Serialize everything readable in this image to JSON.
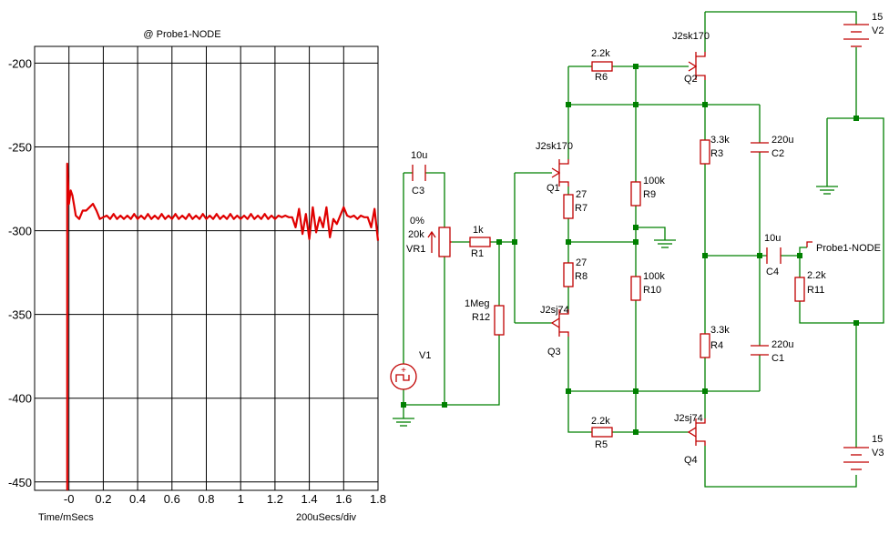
{
  "chart_data": {
    "type": "line",
    "title": "@ Probe1-NODE",
    "xlabel": "Time/mSecs",
    "x_scale_label": "200uSecs/div",
    "xlim": [
      -0.2,
      1.8
    ],
    "ylim": [
      -455,
      -190
    ],
    "x_ticks": [
      "-0",
      "0.2",
      "0.4",
      "0.6",
      "0.8",
      "1",
      "1.2",
      "1.4",
      "1.6",
      "1.8"
    ],
    "x_tick_values": [
      0,
      0.2,
      0.4,
      0.6,
      0.8,
      1.0,
      1.2,
      1.4,
      1.6,
      1.8
    ],
    "y_ticks": [
      "-200",
      "-250",
      "-300",
      "-350",
      "-400",
      "-450"
    ],
    "y_tick_values": [
      -200,
      -250,
      -300,
      -350,
      -400,
      -450
    ],
    "grid": true,
    "line_color": "#e00000",
    "series": [
      {
        "x": [
          -0.01,
          -0.01,
          0.0,
          0.01,
          0.02,
          0.03,
          0.04,
          0.06,
          0.08,
          0.1,
          0.12,
          0.14,
          0.16,
          0.18,
          0.2,
          0.22,
          0.24,
          0.26,
          0.28,
          0.3,
          0.32,
          0.34,
          0.36,
          0.38,
          0.4,
          0.42,
          0.44,
          0.46,
          0.48,
          0.5,
          0.52,
          0.54,
          0.56,
          0.58,
          0.6,
          0.62,
          0.64,
          0.66,
          0.68,
          0.7,
          0.72,
          0.74,
          0.76,
          0.78,
          0.8,
          0.82,
          0.84,
          0.86,
          0.88,
          0.9,
          0.92,
          0.94,
          0.96,
          0.98,
          1.0,
          1.02,
          1.04,
          1.06,
          1.08,
          1.1,
          1.12,
          1.14,
          1.16,
          1.18,
          1.2,
          1.22,
          1.24,
          1.26,
          1.28,
          1.3,
          1.32,
          1.34,
          1.36,
          1.38,
          1.4,
          1.42,
          1.44,
          1.46,
          1.48,
          1.5,
          1.52,
          1.54,
          1.56,
          1.58,
          1.6,
          1.62,
          1.64,
          1.66,
          1.68,
          1.7,
          1.72,
          1.74,
          1.76,
          1.78,
          1.8
        ],
        "y": [
          -455,
          -260,
          -284,
          -276,
          -279,
          -285,
          -291,
          -293,
          -288,
          -288,
          -286,
          -284,
          -288,
          -293,
          -292,
          -291,
          -293,
          -290,
          -293,
          -291,
          -293,
          -291,
          -293,
          -290,
          -293,
          -291,
          -293,
          -290,
          -293,
          -291,
          -293,
          -290,
          -293,
          -291,
          -293,
          -290,
          -293,
          -291,
          -293,
          -290,
          -293,
          -291,
          -293,
          -290,
          -293,
          -291,
          -293,
          -290,
          -293,
          -291,
          -293,
          -290,
          -293,
          -291,
          -293,
          -291,
          -293,
          -290,
          -293,
          -291,
          -293,
          -290,
          -293,
          -291,
          -293,
          -291,
          -292,
          -291,
          -292,
          -292,
          -298,
          -287,
          -302,
          -290,
          -305,
          -286,
          -301,
          -292,
          -298,
          -286,
          -304,
          -293,
          -296,
          -291,
          -286,
          -291,
          -292,
          -291,
          -293,
          -291,
          -292,
          -292,
          -298,
          -287,
          -306
        ]
      }
    ]
  },
  "schematic": {
    "labels": {
      "q2": "J2sk170",
      "q2_ref": "Q2",
      "q1": "J2sk170",
      "q1_ref": "Q1",
      "q3": "J2sj74",
      "q3_ref": "Q3",
      "q4": "J2sj74",
      "q4_ref": "Q4",
      "r6": "2.2k",
      "r6_ref": "R6",
      "r5": "2.2k",
      "r5_ref": "R5",
      "r7": "27",
      "r7_ref": "R7",
      "r8": "27",
      "r8_ref": "R8",
      "r9": "100k",
      "r9_ref": "R9",
      "r10": "100k",
      "r10_ref": "R10",
      "r3": "3.3k",
      "r3_ref": "R3",
      "r4": "3.3k",
      "r4_ref": "R4",
      "r1": "1k",
      "r1_ref": "R1",
      "r12": "1Meg",
      "r12_ref": "R12",
      "r11": "2.2k",
      "r11_ref": "R11",
      "c3": "10u",
      "c3_ref": "C3",
      "c4": "10u",
      "c4_ref": "C4",
      "c2": "220u",
      "c2_ref": "C2",
      "c1": "220u",
      "c1_ref": "C1",
      "vr1_pct": "0%",
      "vr1_val": "20k",
      "vr1_ref": "VR1",
      "v1_ref": "V1",
      "v2_val": "15",
      "v2_ref": "V2",
      "v3_val": "15",
      "v3_ref": "V3",
      "probe": "Probe1-NODE"
    }
  }
}
